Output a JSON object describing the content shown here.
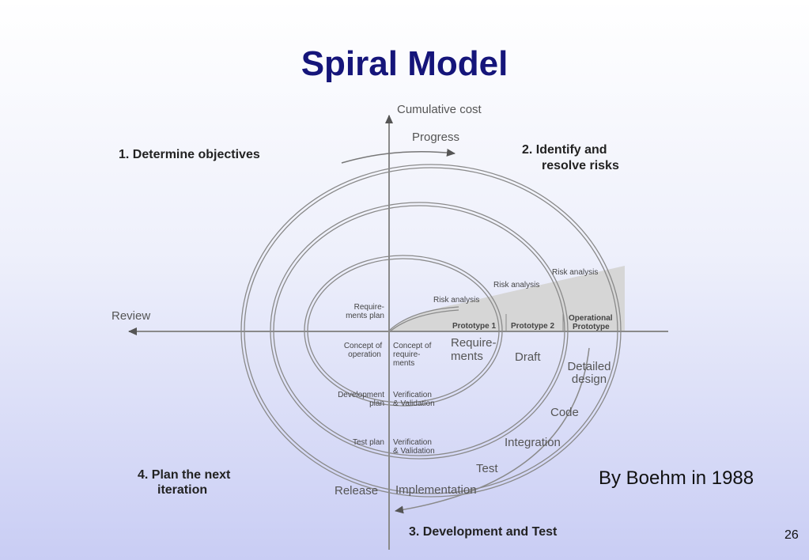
{
  "title": "Spiral Model",
  "axes": {
    "vertical": "Cumulative cost",
    "horizontal": "Review",
    "progress": "Progress"
  },
  "quadrants": {
    "q1": {
      "num": "1.",
      "text": "Determine objectives"
    },
    "q2": {
      "num": "2.",
      "line1": "Identify and",
      "line2": "resolve risks"
    },
    "q3": {
      "num": "3.",
      "text": "Development and Test"
    },
    "q4": {
      "num": "4.",
      "line1": "Plan the next",
      "line2": "iteration"
    }
  },
  "risk_analysis": {
    "r1": {
      "word1": "Risk",
      "word2": "analysis"
    },
    "r2": "Risk analysis",
    "r3": "Risk analysis"
  },
  "prototypes": {
    "p1": "Prototype 1",
    "p2": "Prototype 2",
    "operational_line1": "Operational",
    "operational_line2": "Prototype"
  },
  "planning": {
    "requirements_plan_line1": "Require-",
    "requirements_plan_line2": "ments plan",
    "concept_operation_line1": "Concept of",
    "concept_operation_line2": "operation",
    "development_plan_line1": "Development",
    "development_plan_line2": "plan",
    "test_plan": "Test plan"
  },
  "development": {
    "concept_requirements_line1": "Concept of",
    "concept_requirements_line2": "require-",
    "concept_requirements_line3": "ments",
    "requirements_line1": "Require-",
    "requirements_line2": "ments",
    "draft": "Draft",
    "detailed_design_line1": "Detailed",
    "detailed_design_line2": "design",
    "code": "Code",
    "integration": "Integration",
    "test": "Test",
    "implementation": "Implementation",
    "release": "Release",
    "vv1_line1": "Verification",
    "vv1_line2": "& Validation",
    "vv2_line1": "Verification",
    "vv2_line2": "& Validation"
  },
  "credit": "By Boehm in 1988",
  "page_number": "26"
}
